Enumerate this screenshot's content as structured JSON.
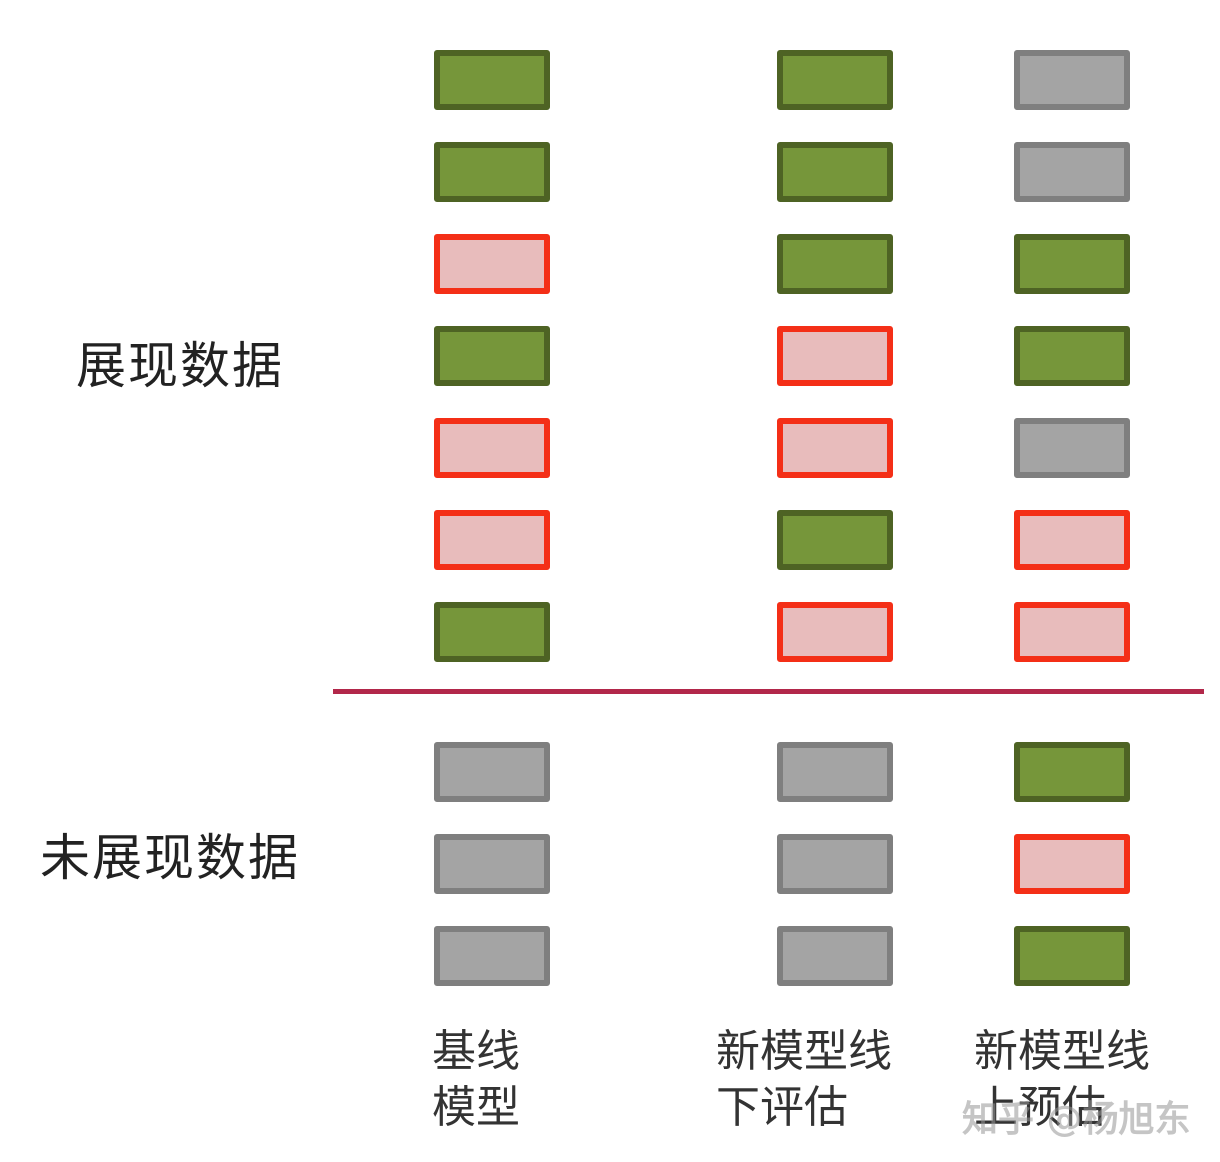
{
  "rows": {
    "shown_label": "展现数据",
    "unshown_label": "未展现数据"
  },
  "columns": [
    {
      "label_line1": "基线",
      "label_line2": "模型",
      "shown": [
        "green",
        "green",
        "red",
        "green",
        "red",
        "red",
        "green"
      ],
      "unshown": [
        "gray",
        "gray",
        "gray"
      ]
    },
    {
      "label_line1": "新模型线",
      "label_line2": "下评估",
      "shown": [
        "green",
        "green",
        "green",
        "red",
        "red",
        "green",
        "red"
      ],
      "unshown": [
        "gray",
        "gray",
        "gray"
      ]
    },
    {
      "label_line1": "新模型线",
      "label_line2": "上预估",
      "shown": [
        "gray",
        "gray",
        "green",
        "green",
        "gray",
        "red",
        "red"
      ],
      "unshown": [
        "green",
        "red",
        "green"
      ]
    }
  ],
  "colors": {
    "green_fill": "#76963a",
    "green_border": "#4e6324",
    "red_fill": "#e8bcbc",
    "red_border": "#f42f17",
    "gray_fill": "#a4a4a4",
    "gray_border": "#7f7f7f",
    "divider": "#b2274a"
  },
  "watermark": "知乎 @杨旭东"
}
